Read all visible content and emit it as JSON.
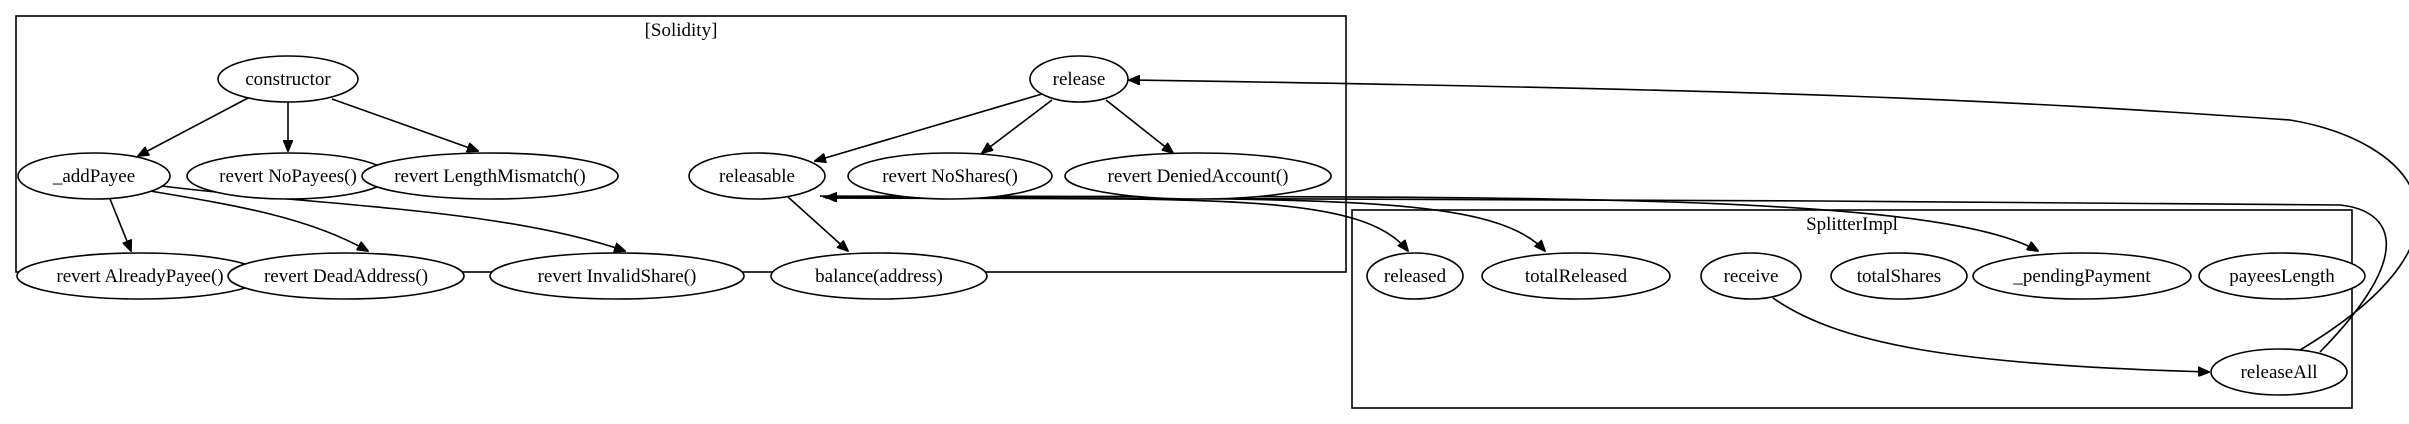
{
  "clusters": [
    {
      "id": "solidity",
      "label": "[Solidity]"
    },
    {
      "id": "splitter",
      "label": "SplitterImpl"
    }
  ],
  "nodes": [
    {
      "id": "constructor",
      "label": "constructor"
    },
    {
      "id": "addPayee",
      "label": "_addPayee"
    },
    {
      "id": "noPayees",
      "label": "revert NoPayees()"
    },
    {
      "id": "lengthMismatch",
      "label": "revert LengthMismatch()"
    },
    {
      "id": "alreadyPayee",
      "label": "revert AlreadyPayee()"
    },
    {
      "id": "deadAddress",
      "label": "revert DeadAddress()"
    },
    {
      "id": "invalidShare",
      "label": "revert InvalidShare()"
    },
    {
      "id": "release",
      "label": "release"
    },
    {
      "id": "releasable",
      "label": "releasable"
    },
    {
      "id": "noShares",
      "label": "revert NoShares()"
    },
    {
      "id": "deniedAccount",
      "label": "revert DeniedAccount()"
    },
    {
      "id": "balance",
      "label": "balance(address)"
    },
    {
      "id": "released",
      "label": "released"
    },
    {
      "id": "totalReleased",
      "label": "totalReleased"
    },
    {
      "id": "receive",
      "label": "receive"
    },
    {
      "id": "totalShares",
      "label": "totalShares"
    },
    {
      "id": "pendingPayment",
      "label": "_pendingPayment"
    },
    {
      "id": "payeesLength",
      "label": "payeesLength"
    },
    {
      "id": "releaseAll",
      "label": "releaseAll"
    }
  ],
  "edges": [
    {
      "from": "constructor",
      "to": "addPayee"
    },
    {
      "from": "constructor",
      "to": "noPayees"
    },
    {
      "from": "constructor",
      "to": "lengthMismatch"
    },
    {
      "from": "addPayee",
      "to": "alreadyPayee"
    },
    {
      "from": "addPayee",
      "to": "deadAddress"
    },
    {
      "from": "addPayee",
      "to": "invalidShare"
    },
    {
      "from": "release",
      "to": "releasable"
    },
    {
      "from": "release",
      "to": "noShares"
    },
    {
      "from": "release",
      "to": "deniedAccount"
    },
    {
      "from": "releasable",
      "to": "balance"
    },
    {
      "from": "releasable",
      "to": "released"
    },
    {
      "from": "releasable",
      "to": "totalReleased"
    },
    {
      "from": "releasable",
      "to": "pendingPayment"
    },
    {
      "from": "receive",
      "to": "releaseAll"
    },
    {
      "from": "releaseAll",
      "to": "release"
    },
    {
      "from": "releaseAll",
      "to": "releasable"
    }
  ]
}
